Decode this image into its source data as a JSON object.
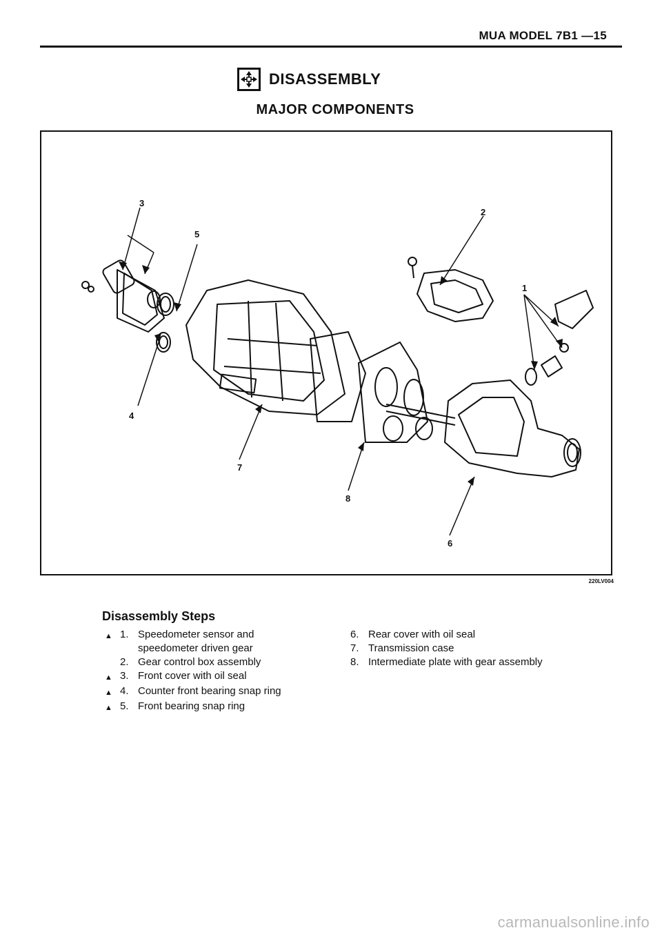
{
  "header": {
    "title": "MUA MODEL 7B1 —15"
  },
  "section": {
    "icon": "disassembly-arrows-icon",
    "title": "DISASSEMBLY",
    "subtitle": "MAJOR COMPONENTS"
  },
  "figure": {
    "callouts": [
      "1",
      "2",
      "3",
      "4",
      "5",
      "6",
      "7",
      "8"
    ],
    "code": "220LV004"
  },
  "steps": {
    "heading": "Disassembly Steps",
    "marker_symbol": "▲",
    "left": [
      {
        "marker": true,
        "number": "1.",
        "text": "Speedometer sensor and\nspeedometer driven gear"
      },
      {
        "marker": false,
        "number": "2.",
        "text": "Gear control box assembly"
      },
      {
        "marker": true,
        "number": "3.",
        "text": "Front cover with oil seal"
      },
      {
        "marker": true,
        "number": "4.",
        "text": "Counter front bearing snap ring"
      },
      {
        "marker": true,
        "number": "5.",
        "text": "Front bearing snap ring"
      }
    ],
    "right": [
      {
        "marker": false,
        "number": "6.",
        "text": "Rear cover with oil seal"
      },
      {
        "marker": false,
        "number": "7.",
        "text": "Transmission case"
      },
      {
        "marker": false,
        "number": "8.",
        "text": "Intermediate plate with gear assembly"
      }
    ]
  },
  "watermark": "carmanualsonline.info"
}
